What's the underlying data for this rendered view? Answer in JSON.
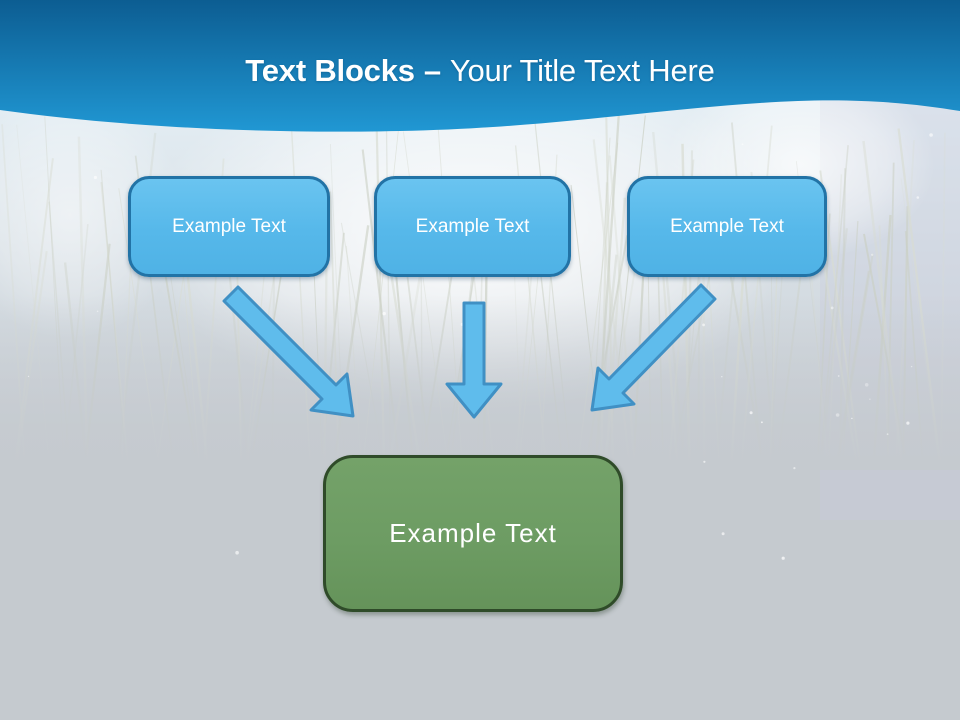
{
  "title": {
    "emphasis": "Text Blocks",
    "separator": "–",
    "rest": "Your Title Text Here"
  },
  "blocks": {
    "sources": [
      {
        "label": "Example Text"
      },
      {
        "label": "Example Text"
      },
      {
        "label": "Example Text"
      }
    ],
    "target": {
      "label": "Example Text"
    }
  },
  "arrows": [
    {
      "name": "arrow-down-right"
    },
    {
      "name": "arrow-down"
    },
    {
      "name": "arrow-down-left"
    }
  ],
  "colors": {
    "header_gradient_top": "#0C5D92",
    "header_gradient_bottom": "#2199D5",
    "title_text": "#FFFFFF",
    "source_block_fill": "#56B8EA",
    "source_block_border": "#2273A6",
    "source_block_text": "#FFFFFF",
    "target_block_fill": "#6D9C63",
    "target_block_border": "#2F4B29",
    "target_block_text": "#FFFFFF",
    "arrow_fill": "#5FBCEC",
    "arrow_stroke": "#4090C4",
    "background": "#C5CACF"
  }
}
